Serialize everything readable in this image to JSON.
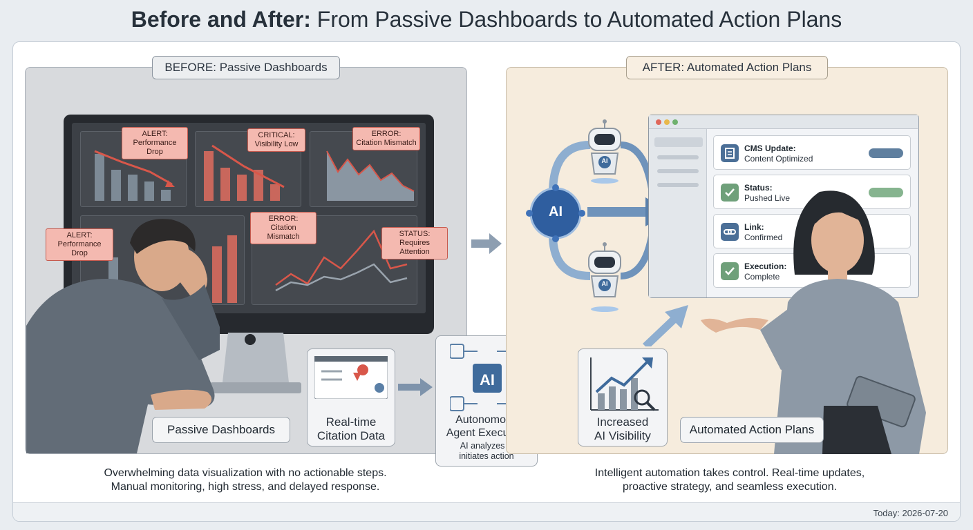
{
  "title": {
    "bold": "Before and After:",
    "rest": "From Passive Dashboards to Automated Action Plans"
  },
  "before": {
    "header": "BEFORE: Passive Dashboards",
    "alerts": [
      {
        "label": "ALERT:",
        "text": "Performance Drop"
      },
      {
        "label": "CRITICAL:",
        "text": "Visibility Low"
      },
      {
        "label": "ERROR:",
        "text": "Citation Mismatch"
      },
      {
        "label": "ERROR:",
        "text": "Citation Mismatch"
      },
      {
        "label": "STATUS:",
        "text": "Requires Attention"
      },
      {
        "label": "ALERT:",
        "text": "Performance Drop"
      }
    ],
    "label": "Passive Dashboards",
    "caption_line1": "Overwhelming data visualization with no actionable steps.",
    "caption_line2": "Manual monitoring, high stress, and delayed response."
  },
  "flow": {
    "citation_line1": "Real-time",
    "citation_line2": "Citation Data",
    "agent_chip": "AI",
    "agent_title_line1": "Autonomous",
    "agent_title_line2": "Agent Execution",
    "agent_sub_line1": "AI analyzes &",
    "agent_sub_line2": "initiates action",
    "visibility_line1": "Increased",
    "visibility_line2": "AI Visibility"
  },
  "after": {
    "header": "AFTER: Automated Action Plans",
    "hub_label": "AI",
    "robot_label": "AI",
    "status_items": [
      {
        "title": "CMS Update:",
        "sub": "Content Optimized",
        "icon": "document-icon"
      },
      {
        "title": "Status:",
        "sub": "Pushed Live",
        "icon": "check-icon"
      },
      {
        "title": "Link:",
        "sub": "Confirmed",
        "icon": "link-icon"
      },
      {
        "title": "Execution:",
        "sub": "Complete",
        "icon": "check-icon"
      }
    ],
    "label": "Automated Action Plans",
    "caption_line1": "Intelligent automation takes control. Real-time updates,",
    "caption_line2": "proactive strategy, and seamless execution."
  },
  "footer": {
    "date": "Today: 2026-07-20"
  },
  "colors": {
    "alert_fill": "#f4b9b0",
    "alert_border": "#c65a4e",
    "accent_blue": "#5a7fa6",
    "success_green": "#6fa07a",
    "after_bg": "#f6ecdd",
    "before_bg": "#d8dadd"
  }
}
